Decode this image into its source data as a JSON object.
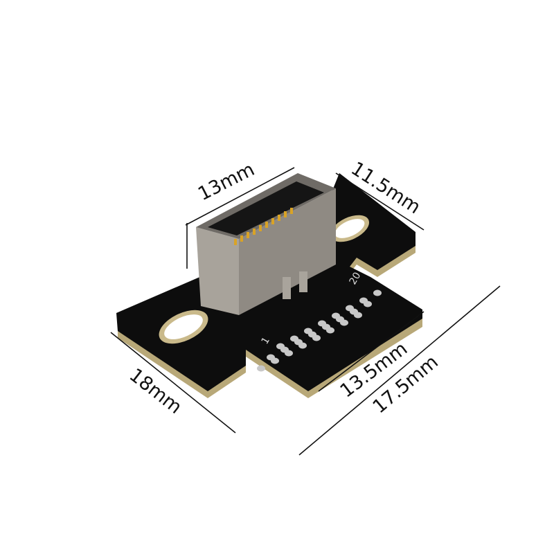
{
  "dimensions": {
    "connector_width": "13mm",
    "connector_depth": "11.5mm",
    "board_left_length": "18mm",
    "board_pin_width": "13.5mm",
    "board_total_length": "17.5mm"
  },
  "silkscreen": {
    "pin_last": "20",
    "pin_first": "1"
  },
  "colors": {
    "pcb": "#0d0d0d",
    "pcb_edge": "#c9b98a",
    "connector_metal": "#9a958e",
    "gold_pins": "#d9a326",
    "pads": "#c8c8c8"
  }
}
